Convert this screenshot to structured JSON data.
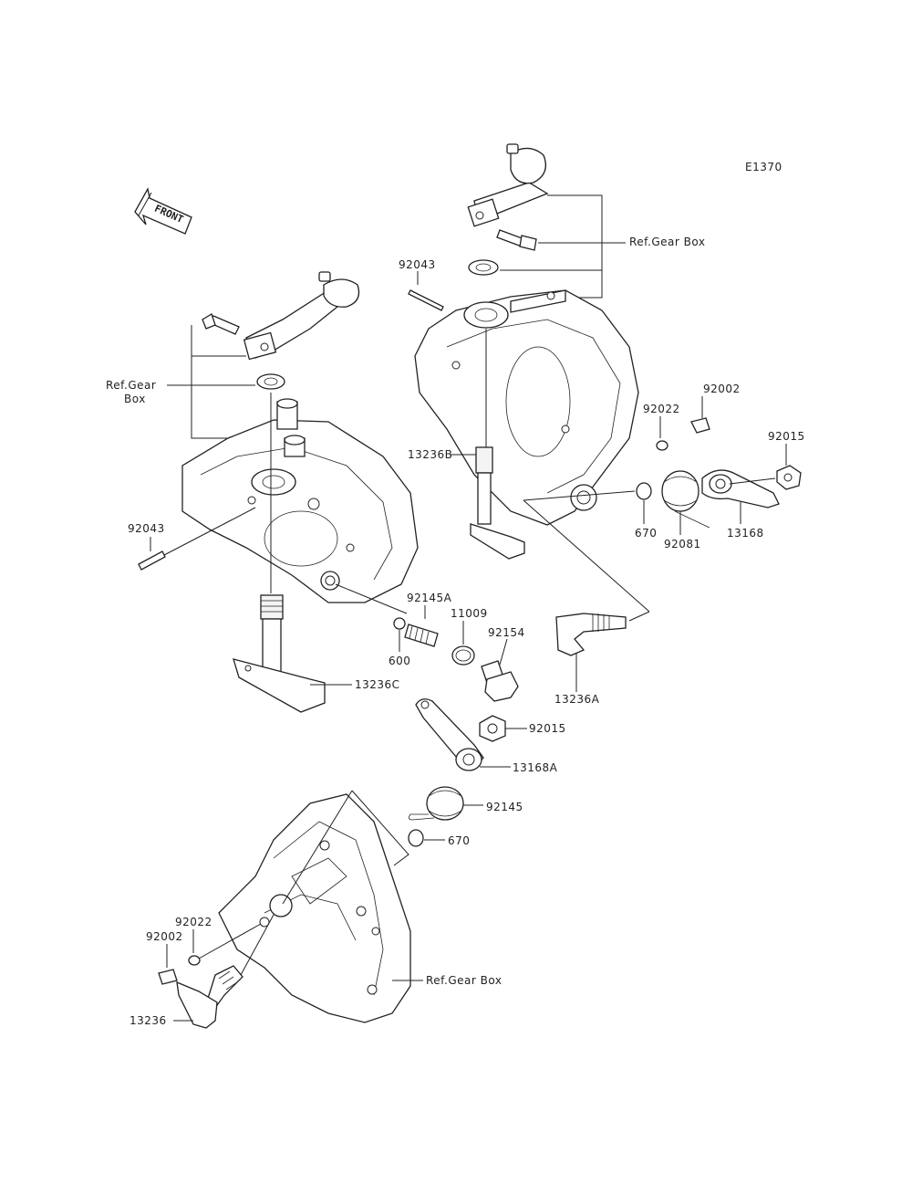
{
  "diagram_code": "E1370",
  "front_arrow_label": "FRONT",
  "labels": {
    "ref_gear_box_top": "Ref.Gear Box",
    "ref_gear_box_left_line1": "Ref.Gear",
    "ref_gear_box_left_line2": "Box",
    "ref_gear_box_bottom": "Ref.Gear Box",
    "p92043_top": "92043",
    "p92043_left": "92043",
    "p92002_top": "92002",
    "p92022_top": "92022",
    "p92015_top": "92015",
    "p13236B": "13236B",
    "p670_top": "670",
    "p92081": "92081",
    "p13168": "13168",
    "p92145A": "92145A",
    "p11009": "11009",
    "p92154": "92154",
    "p600": "600",
    "p13236C": "13236C",
    "p13236A": "13236A",
    "p92015_mid": "92015",
    "p13168A": "13168A",
    "p92145": "92145",
    "p670_bottom": "670",
    "p92022_bottom": "92022",
    "p92002_bottom": "92002",
    "p13236": "13236"
  }
}
